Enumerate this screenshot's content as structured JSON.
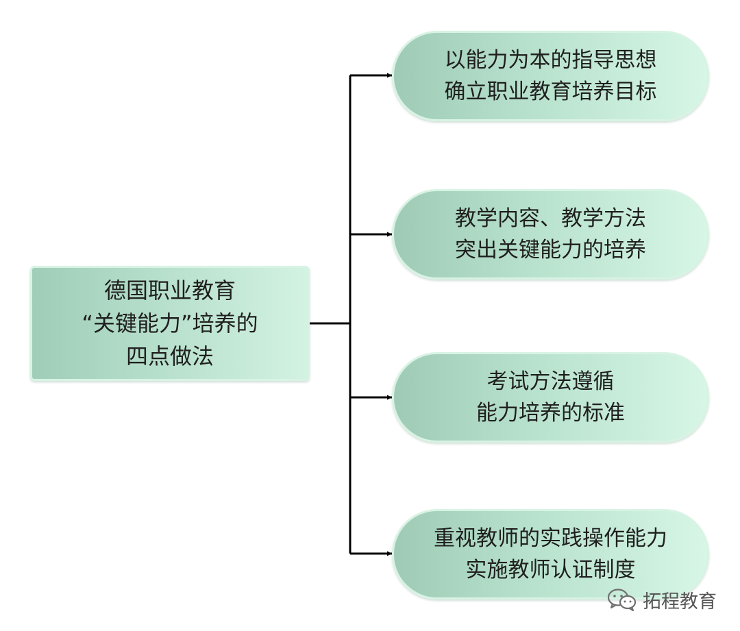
{
  "diagram": {
    "root": {
      "lines": [
        "德国职业教育",
        "“关键能力”培养的",
        "四点做法"
      ]
    },
    "branches": [
      {
        "lines": [
          "以能力为本的指导思想",
          "确立职业教育培养目标"
        ]
      },
      {
        "lines": [
          "教学内容、教学方法",
          "突出关键能力的培养"
        ]
      },
      {
        "lines": [
          "考试方法遵循",
          "能力培养的标准"
        ]
      },
      {
        "lines": [
          "重视教师的实践操作能力",
          "实施教师认证制度"
        ]
      }
    ],
    "colors": {
      "connector": "#000000",
      "box_fill_dark": "#9fcdb8",
      "box_fill_light": "#d7f6e6",
      "box_border": "#d8f3e4"
    }
  },
  "watermark": {
    "icon": "wechat-icon",
    "text": "拓程教育"
  }
}
